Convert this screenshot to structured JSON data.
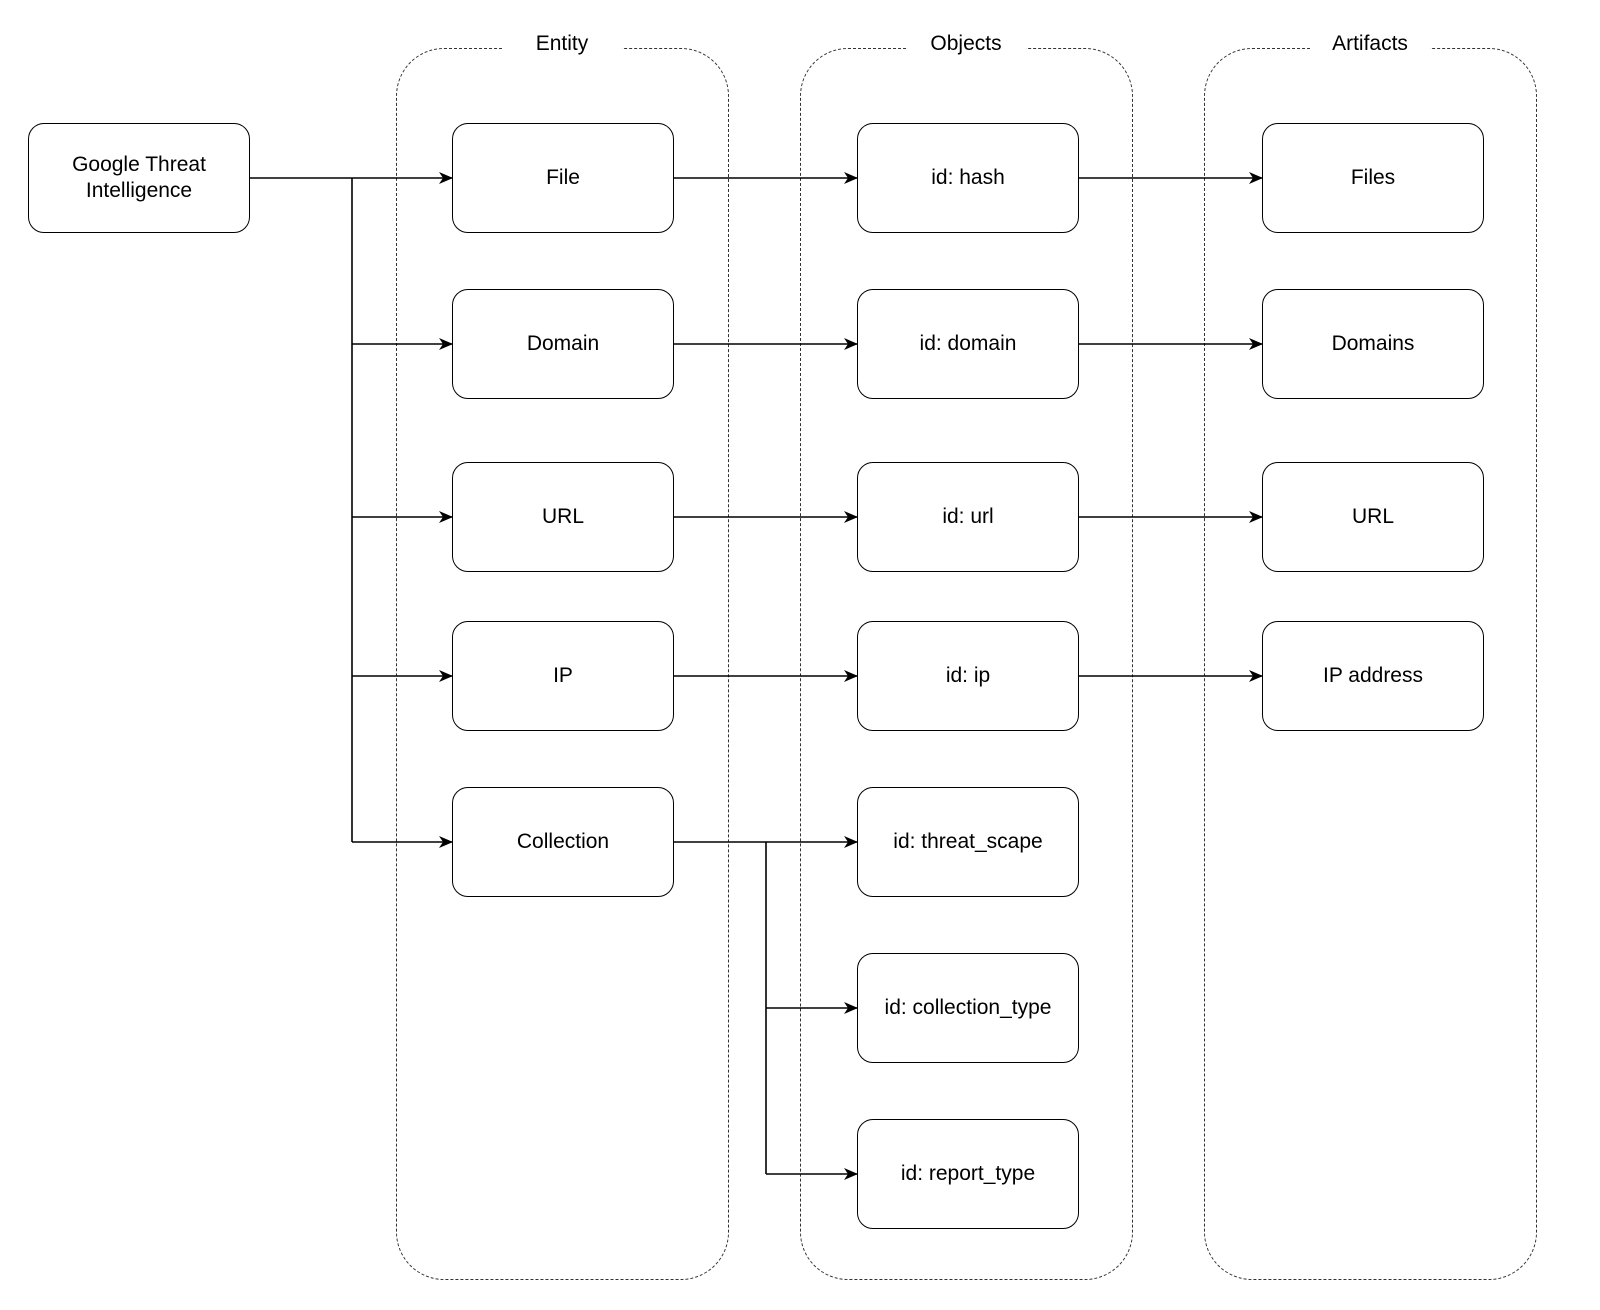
{
  "groups": {
    "entity": {
      "title": "Entity"
    },
    "objects": {
      "title": "Objects"
    },
    "artifacts": {
      "title": "Artifacts"
    }
  },
  "source": {
    "label": "Google Threat\nIntelligence"
  },
  "entities": [
    {
      "label": "File"
    },
    {
      "label": "Domain"
    },
    {
      "label": "URL"
    },
    {
      "label": "IP"
    },
    {
      "label": "Collection"
    }
  ],
  "objects": [
    {
      "label": "id: hash"
    },
    {
      "label": "id: domain"
    },
    {
      "label": "id: url"
    },
    {
      "label": "id: ip"
    },
    {
      "label": "id: threat_scape"
    },
    {
      "label": "id: collection_type"
    },
    {
      "label": "id: report_type"
    }
  ],
  "artifacts": [
    {
      "label": "Files"
    },
    {
      "label": "Domains"
    },
    {
      "label": "URL"
    },
    {
      "label": "IP address"
    }
  ],
  "edges": [
    {
      "from": "source",
      "to": "entities.0"
    },
    {
      "from": "source",
      "to": "entities.1"
    },
    {
      "from": "source",
      "to": "entities.2"
    },
    {
      "from": "source",
      "to": "entities.3"
    },
    {
      "from": "source",
      "to": "entities.4"
    },
    {
      "from": "entities.0",
      "to": "objects.0"
    },
    {
      "from": "entities.1",
      "to": "objects.1"
    },
    {
      "from": "entities.2",
      "to": "objects.2"
    },
    {
      "from": "entities.3",
      "to": "objects.3"
    },
    {
      "from": "entities.4",
      "to": "objects.4"
    },
    {
      "from": "entities.4",
      "to": "objects.5"
    },
    {
      "from": "entities.4",
      "to": "objects.6"
    },
    {
      "from": "objects.0",
      "to": "artifacts.0"
    },
    {
      "from": "objects.1",
      "to": "artifacts.1"
    },
    {
      "from": "objects.2",
      "to": "artifacts.2"
    },
    {
      "from": "objects.3",
      "to": "artifacts.3"
    }
  ]
}
